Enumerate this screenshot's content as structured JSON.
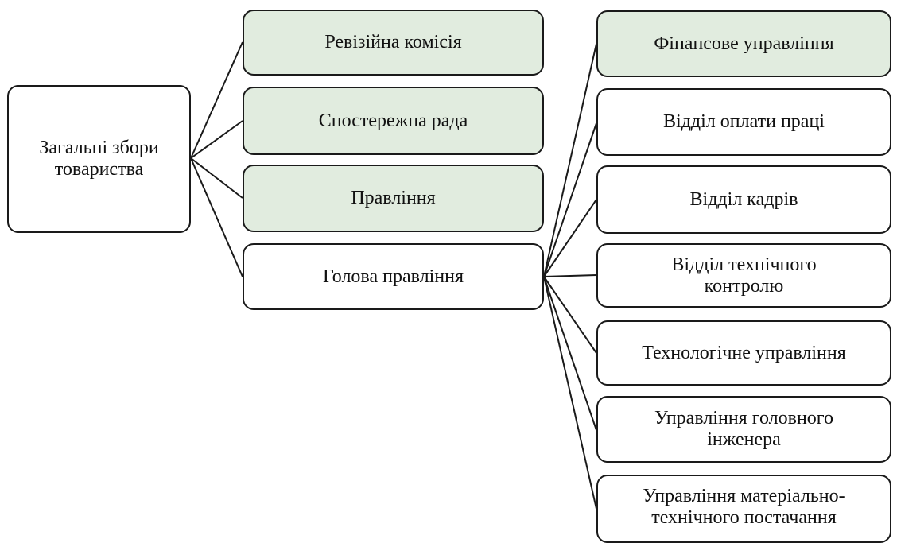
{
  "diagram": {
    "root": {
      "label": "Загальні збори товариства"
    },
    "level1": [
      {
        "id": "audit",
        "label": "Ревізійна комісія"
      },
      {
        "id": "supervisory",
        "label": "Спостережна рада"
      },
      {
        "id": "board",
        "label": "Правління"
      },
      {
        "id": "chairman",
        "label": "Голова правління"
      }
    ],
    "level2": [
      {
        "id": "finance",
        "label": "Фінансове управління"
      },
      {
        "id": "payroll",
        "label": "Відділ оплати праці"
      },
      {
        "id": "hr",
        "label": "Відділ кадрів"
      },
      {
        "id": "qc",
        "label": "Відділ технічного контролю"
      },
      {
        "id": "tech",
        "label": "Технологічне управління"
      },
      {
        "id": "chief-engineer",
        "label": "Управління головного інженера"
      },
      {
        "id": "supply",
        "label": "Управління матеріально-технічного постачання"
      }
    ],
    "colors": {
      "shaded_box": "#e1ecdf",
      "plain_box": "#ffffff",
      "border": "#1a1a1a",
      "line": "#1a1a1a"
    }
  }
}
